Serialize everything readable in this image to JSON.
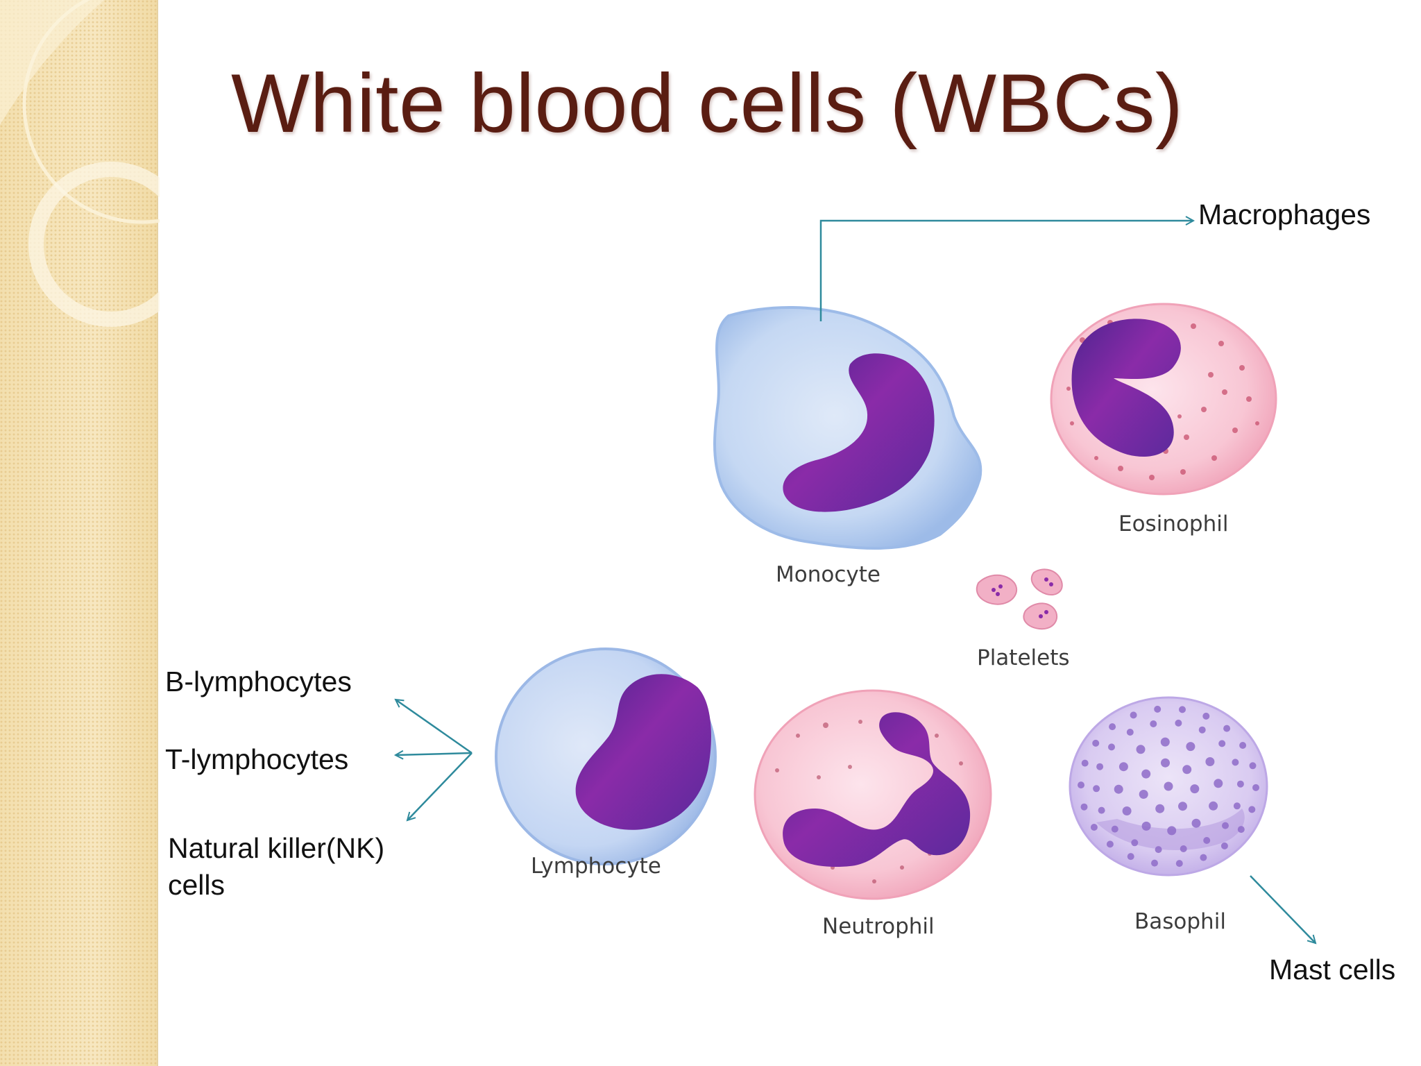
{
  "title": "White blood cells (WBCs)",
  "cells": {
    "monocyte": "Monocyte",
    "eosinophil": "Eosinophil",
    "platelets": "Platelets",
    "lymphocyte": "Lymphocyte",
    "neutrophil": "Neutrophil",
    "basophil": "Basophil"
  },
  "annotations": {
    "macrophages": "Macrophages",
    "b_lymphocytes": "B-lymphocytes",
    "t_lymphocytes": "T-lymphocytes",
    "nk_line1": "Natural killer(NK)",
    "nk_line2": "cells",
    "mast_cells": "Mast cells"
  },
  "colors": {
    "title": "#5a1d12",
    "arrow": "#2e8a9c",
    "nucleus": "#6a2a9a",
    "monocyte_cytoplasm": "#b8d0f0",
    "granulocyte_cytoplasm": "#f4b8c8",
    "basophil_cytoplasm": "#d8c8f0",
    "side_band": "#f5e2b4"
  }
}
